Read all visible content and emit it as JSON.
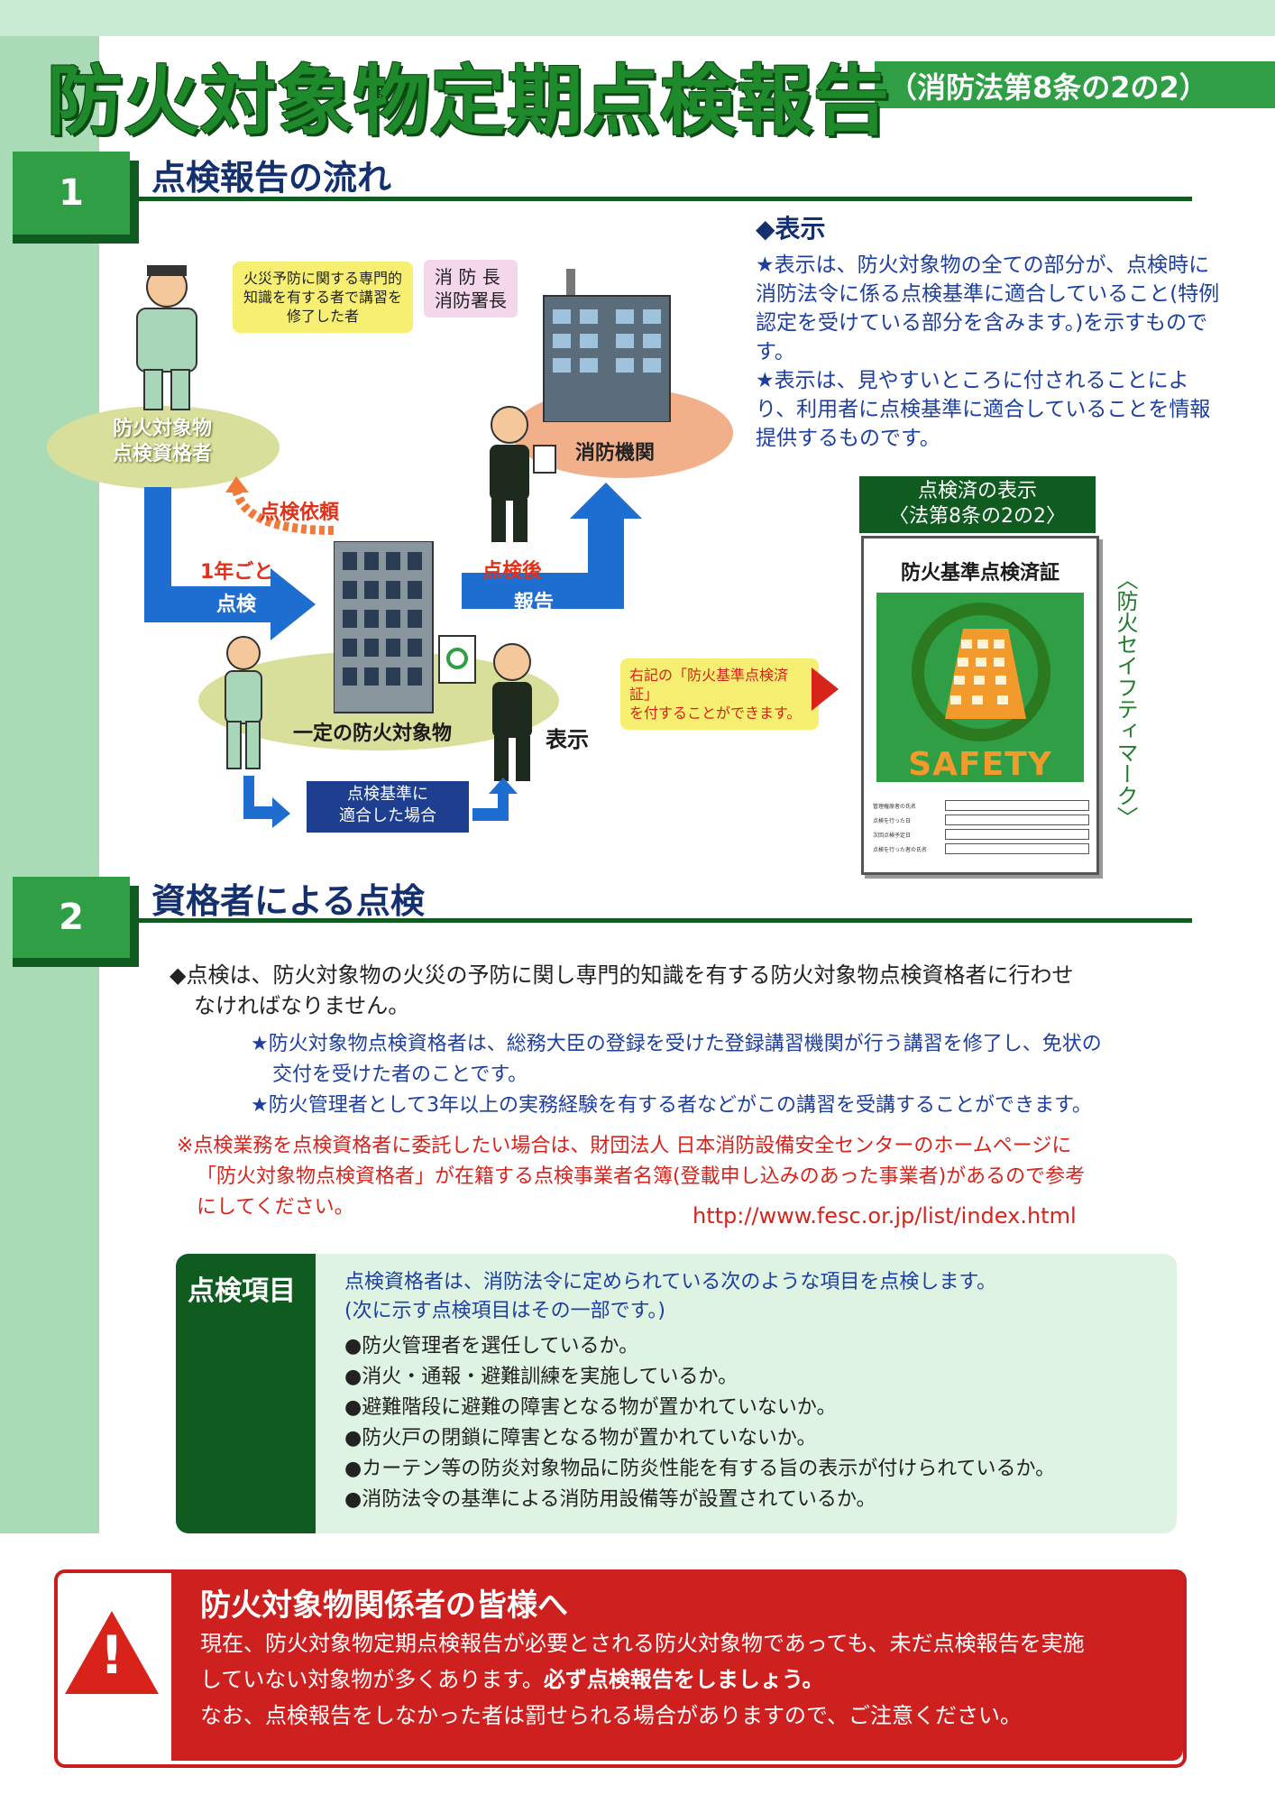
{
  "header": {
    "title": "防火対象物定期点検報告",
    "law_reference": "（消防法第8条の2の2）"
  },
  "section1": {
    "number": "1",
    "title": "点検報告の流れ",
    "display_heading": "◆表示",
    "display_points": [
      "★表示は、防火対象物の全ての部分が、点検時に消防法令に係る点検基準に適合していること(特例認定を受けている部分を含みます。)を示すものです。",
      "★表示は、見やすいところに付されることにより、利用者に点検基準に適合していることを情報提供するものです。"
    ],
    "diagram": {
      "qualifier_callout": "火災予防に関する専門的知識を有する者で講習を修了した者",
      "fire_chief_badge_line1": "消 防 長",
      "fire_chief_badge_line2": "消防署長",
      "qualifier_label_line1": "防火対象物",
      "qualifier_label_line2": "点検資格者",
      "fire_agency_label": "消防機関",
      "request_label": "点検依頼",
      "yearly_label": "1年ごと",
      "inspection_label": "点検",
      "after_inspection_label": "点検後",
      "report_label": "報告",
      "building_label": "一定の防火対象物",
      "display_label": "表示",
      "compliance_label_line1": "点検基準に",
      "compliance_label_line2": "適合した場合",
      "attach_callout_line1": "右記の「防火基準点検済証」",
      "attach_callout_line2": "を付することができます。",
      "safety_mark_vertical": "〈防火セイフティマーク〉"
    },
    "certificate": {
      "header_line1": "点検済の表示",
      "header_line2": "〈法第8条の2の2〉",
      "title": "防火基準点検済証",
      "logo_text": "SAFETY",
      "fields": [
        "管理権原者の氏名",
        "点検を行った日",
        "次回点検予定日",
        "点検を行った者の氏名"
      ]
    }
  },
  "section2": {
    "number": "2",
    "title": "資格者による点検",
    "main_line1": "◆点検は、防火対象物の火災の予防に関し専門的知識を有する防火対象物点検資格者に行わせ",
    "main_line2": "なければなりません。",
    "star1_line1": "★防火対象物点検資格者は、総務大臣の登録を受けた登録講習機関が行う講習を修了し、免状の",
    "star1_line2": "交付を受けた者のことです。",
    "star2": "★防火管理者として3年以上の実務経験を有する者などがこの講習を受講することができます。",
    "note_line1": "※点検業務を点検資格者に委託したい場合は、財団法人 日本消防設備安全センターのホームページに",
    "note_line2": "「防火対象物点検資格者」が在籍する点検事業者名簿(登載申し込みのあった事業者)があるので参考",
    "note_line3": "にしてください。",
    "url": "http://www.fesc.or.jp/list/index.html"
  },
  "inspection_items": {
    "heading": "点検項目",
    "intro_line1": "点検資格者は、消防法令に定められている次のような項目を点検します。",
    "intro_line2": "(次に示す点検項目はその一部です。)",
    "items": [
      "●防火管理者を選任しているか。",
      "●消火・通報・避難訓練を実施しているか。",
      "●避難階段に避難の障害となる物が置かれていないか。",
      "●防火戸の閉鎖に障害となる物が置かれていないか。",
      "●カーテン等の防炎対象物品に防炎性能を有する旨の表示が付けられているか。",
      "●消防法令の基準による消防用設備等が設置されているか。"
    ]
  },
  "warning": {
    "icon_symbol": "!",
    "title": "防火対象物関係者の皆様へ",
    "line1": "現在、防火対象物定期点検報告が必要とされる防火対象物であっても、未だ点検報告を実施",
    "line2a": "していない対象物が多くあります。",
    "line2b": "必ず点検報告をしましょう。",
    "line3": "なお、点検報告をしなかった者は罰せられる場合がありますので、ご注意ください。"
  }
}
